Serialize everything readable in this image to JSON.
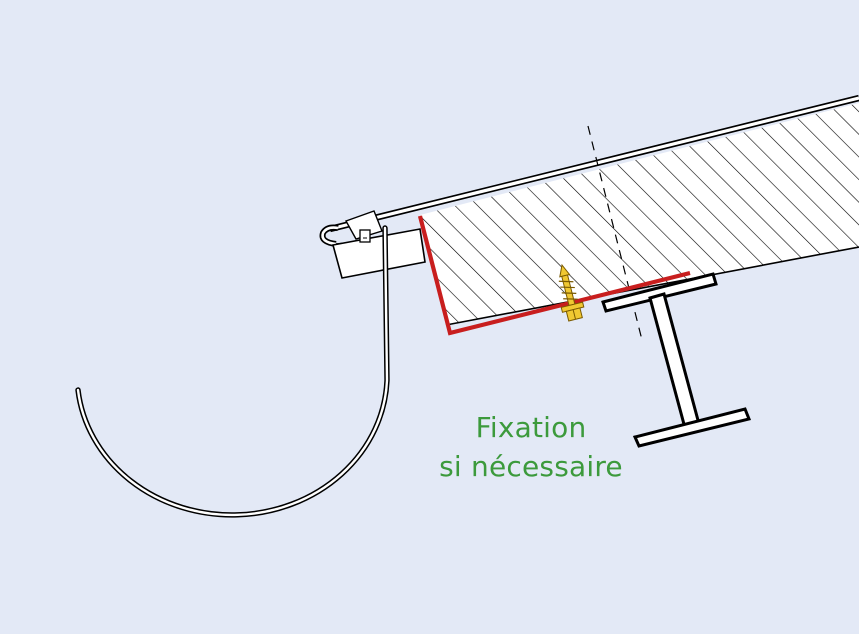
{
  "diagram": {
    "caption_line1": "Fixation",
    "caption_line2": "si nécessaire"
  },
  "colors": {
    "background": "#e3e9f6",
    "outline": "#000000",
    "fill": "#ffffff",
    "flashing": "#c81e1e",
    "screw": "#f0c832",
    "screw_outline": "#7a5a00",
    "caption": "#3c9a3c"
  },
  "icons": {
    "screw": "self-drilling-screw-icon",
    "beam": "i-beam-section",
    "gutter": "half-round-gutter",
    "panel": "hatched-roof-panel",
    "clip": "gutter-clip-icon"
  }
}
